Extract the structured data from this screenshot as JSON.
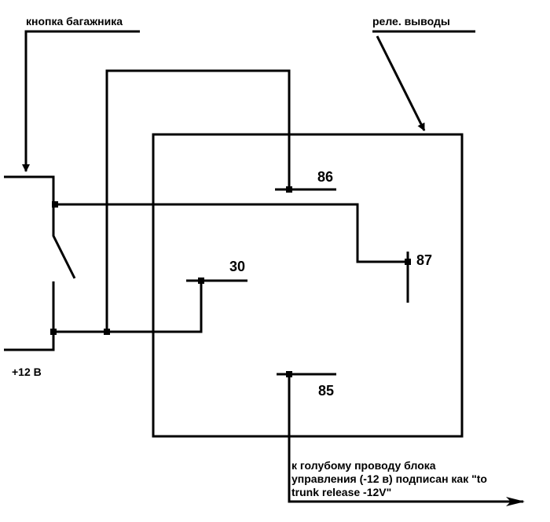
{
  "labels": {
    "trunk_button": "кнопка багажника",
    "relay_pins": "реле. выводы",
    "plus12": "+12 В",
    "note_line1": "к голубому проводу блока",
    "note_line2": "управления (-12 в) подписан как \"to",
    "note_line3": "trunk release -12V\""
  },
  "pins": {
    "p86": "86",
    "p87": "87",
    "p30": "30",
    "p85": "85"
  }
}
